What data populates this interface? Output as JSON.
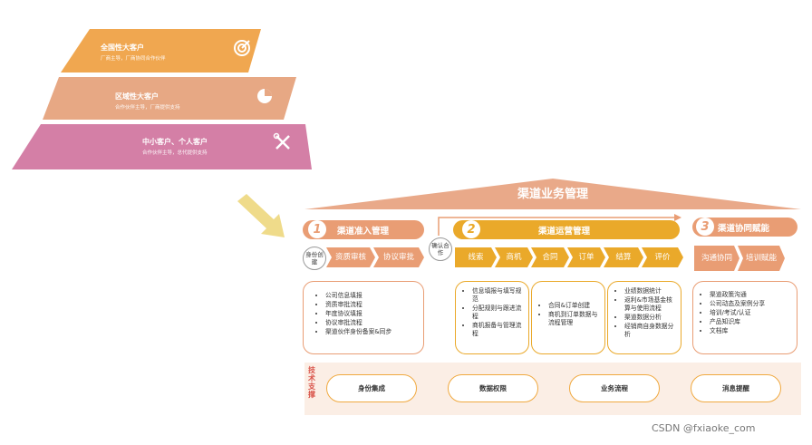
{
  "pyramid": {
    "tiers": [
      {
        "title": "全国性大客户",
        "subtitle": "厂商主导，厂商协同合作伙伴",
        "icon": "target-icon",
        "color": "#f0a750"
      },
      {
        "title": "区域性大客户",
        "subtitle": "合作伙伴主导，厂商提供支持",
        "icon": "pie-chart-icon",
        "color": "#e7a884"
      },
      {
        "title": "中小客户、个人客户",
        "subtitle": "合作伙伴主导，总代提供支持",
        "icon": "tools-icon",
        "color": "#d47fa6"
      }
    ]
  },
  "diagram": {
    "banner": "渠道业务管理",
    "sections": [
      {
        "num": "1",
        "title": "渠道准入管理",
        "color": "#e99d74"
      },
      {
        "num": "2",
        "title": "渠道运营管理",
        "color": "#eaa92a"
      },
      {
        "num": "3",
        "title": "渠道协同赋能",
        "color": "#e99d74"
      }
    ],
    "circle_identity": "身份创建",
    "circle_confirm": "确认合作",
    "steps_admission": [
      "资质审核",
      "协议审批"
    ],
    "steps_operation": [
      "线索",
      "商机",
      "合同",
      "订单",
      "结算",
      "评价"
    ],
    "steps_collab": [
      "沟通协同",
      "培训赋能"
    ],
    "box_admission": [
      "公司信息填报",
      "资质审批流程",
      "年度协议填报",
      "协议审批流程",
      "渠道伙伴身份备案&同步"
    ],
    "box_lead": [
      "信息填报与填写规范",
      "分配规则与跟进流程",
      "商机报备与管理流程"
    ],
    "box_contract": [
      "合同&订单创建",
      "商机到订单数据与流程管理"
    ],
    "box_settle": [
      "业绩数据统计",
      "返利&市场基金核算与使用流程",
      "渠道数据分析",
      "经销商自身数据分析"
    ],
    "box_collab": [
      "渠道政策沟通",
      "公司动态及案例分享",
      "培训/考试/认证",
      "产品知识库",
      "文档库"
    ],
    "tech": {
      "label": "技术支撑",
      "items": [
        "身份集成",
        "数据权限",
        "业务流程",
        "消息提醒"
      ]
    }
  },
  "watermark": "CSDN @fxiaoke_com"
}
